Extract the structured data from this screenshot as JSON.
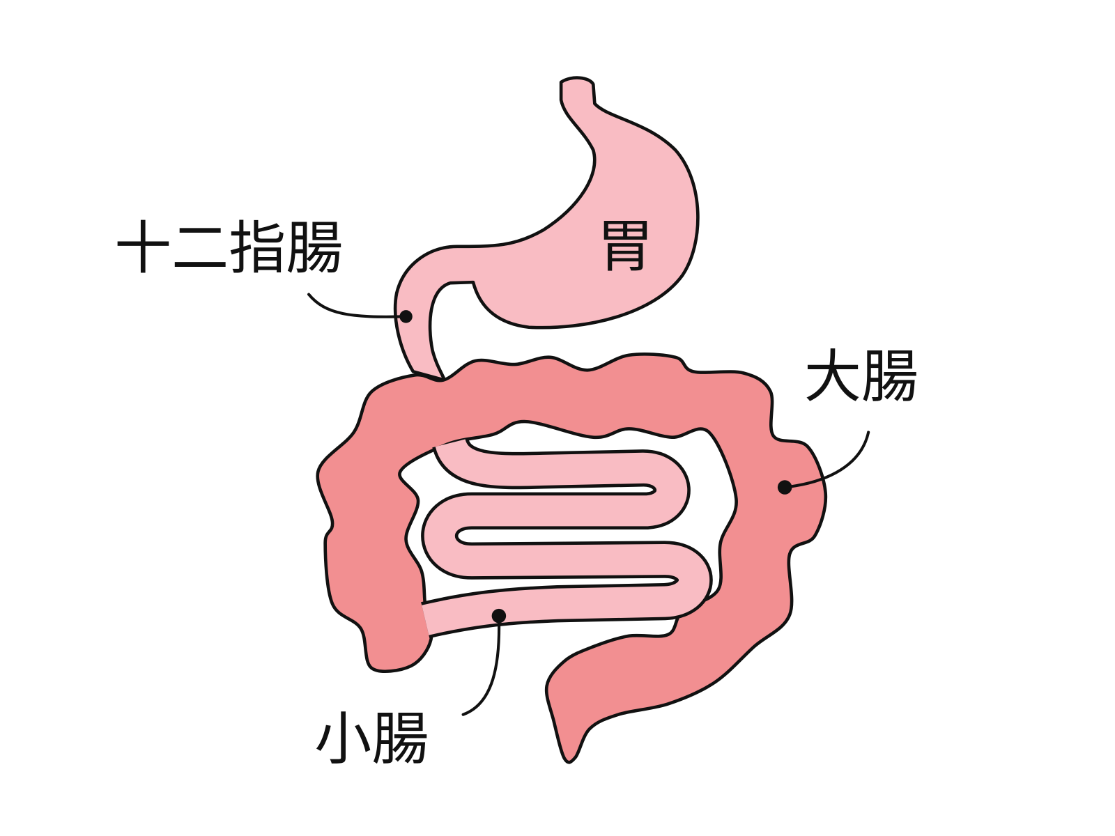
{
  "labels": {
    "duodenum": "十二指腸",
    "stomach": "胃",
    "large_intestine": "大腸",
    "small_intestine": "小腸"
  },
  "colors": {
    "stomach": "#f9bcc3",
    "small_intestine": "#f9bcc3",
    "large_intestine": "#f28f91",
    "outline": "#111111",
    "background": "#ffffff"
  }
}
